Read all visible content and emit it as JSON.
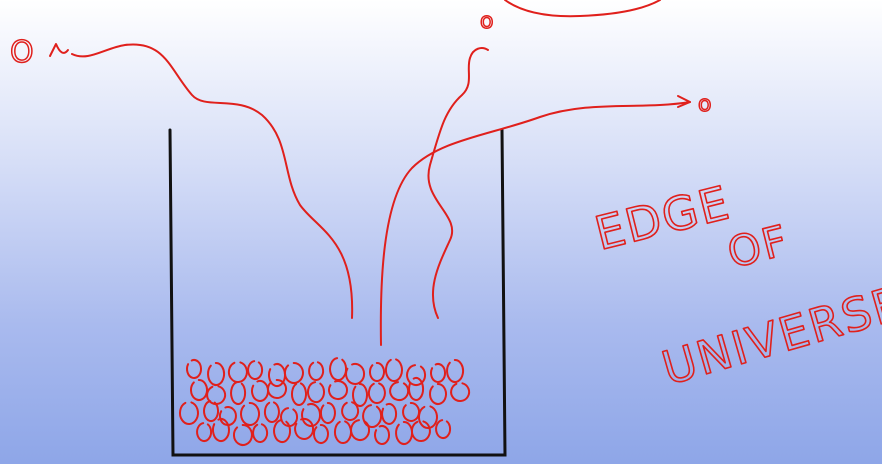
{
  "annotation": {
    "line1": "EDGE",
    "line2": "OF",
    "line3": "UNIVERSE"
  },
  "labels": {
    "left_molecule": "O",
    "top_molecule": "o",
    "right_molecule": "o"
  },
  "colors": {
    "ink": "#e0201c",
    "container": "#111111",
    "background_top": "#ffffff",
    "background_bottom": "#8ea6e8"
  }
}
